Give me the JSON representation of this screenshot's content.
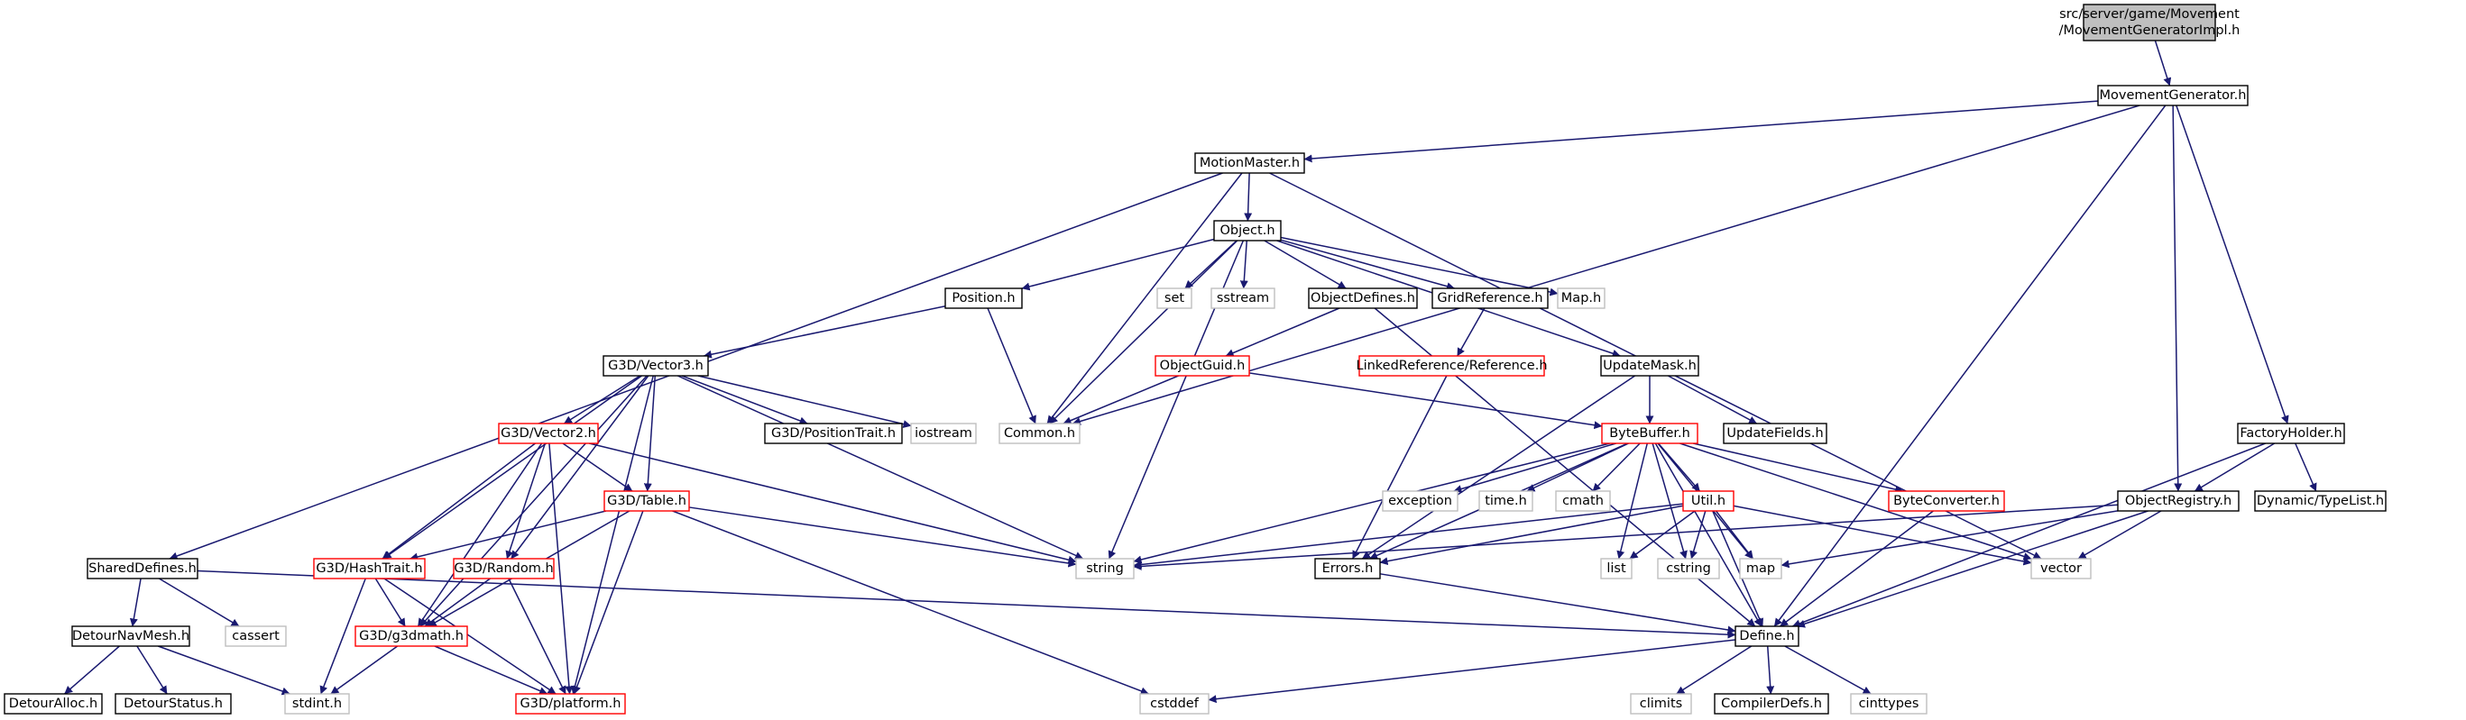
{
  "colors": {
    "edge": "#191970",
    "normal_border": "#000000",
    "missing_border": "#bfbfbf",
    "truncated_border": "#ff0000",
    "root_fill": "#bfbfbf",
    "normal_fill": "#ffffff",
    "missing_text": "#000000"
  },
  "nodes": {
    "root": {
      "lines": [
        "src/server/game/Movement",
        "/MovementGeneratorImpl.h"
      ],
      "style": "root"
    },
    "movementgen": {
      "lines": [
        "MovementGenerator.h"
      ],
      "style": "normal"
    },
    "motionmaster": {
      "lines": [
        "MotionMaster.h"
      ],
      "style": "normal"
    },
    "object": {
      "lines": [
        "Object.h"
      ],
      "style": "normal"
    },
    "position": {
      "lines": [
        "Position.h"
      ],
      "style": "normal"
    },
    "set": {
      "lines": [
        "set"
      ],
      "style": "missing"
    },
    "sstream": {
      "lines": [
        "sstream"
      ],
      "style": "missing"
    },
    "objectdefines": {
      "lines": [
        "ObjectDefines.h"
      ],
      "style": "normal"
    },
    "gridreference": {
      "lines": [
        "GridReference.h"
      ],
      "style": "normal"
    },
    "maph": {
      "lines": [
        "Map.h"
      ],
      "style": "missing"
    },
    "vector3": {
      "lines": [
        "G3D/Vector3.h"
      ],
      "style": "normal"
    },
    "objectguid": {
      "lines": [
        "ObjectGuid.h"
      ],
      "style": "truncated"
    },
    "linkedref": {
      "lines": [
        "LinkedReference/Reference.h"
      ],
      "style": "truncated"
    },
    "updatemask": {
      "lines": [
        "UpdateMask.h"
      ],
      "style": "normal"
    },
    "vector2": {
      "lines": [
        "G3D/Vector2.h"
      ],
      "style": "truncated"
    },
    "positiontrait": {
      "lines": [
        "G3D/PositionTrait.h"
      ],
      "style": "normal"
    },
    "iostream": {
      "lines": [
        "iostream"
      ],
      "style": "missing"
    },
    "common": {
      "lines": [
        "Common.h"
      ],
      "style": "missing"
    },
    "bytebuffer": {
      "lines": [
        "ByteBuffer.h"
      ],
      "style": "truncated"
    },
    "updatefields": {
      "lines": [
        "UpdateFields.h"
      ],
      "style": "normal"
    },
    "factoryholder": {
      "lines": [
        "FactoryHolder.h"
      ],
      "style": "normal"
    },
    "table": {
      "lines": [
        "G3D/Table.h"
      ],
      "style": "truncated"
    },
    "exception": {
      "lines": [
        "exception"
      ],
      "style": "missing"
    },
    "timeh": {
      "lines": [
        "time.h"
      ],
      "style": "missing"
    },
    "cmath": {
      "lines": [
        "cmath"
      ],
      "style": "missing"
    },
    "util": {
      "lines": [
        "Util.h"
      ],
      "style": "truncated"
    },
    "byteconverter": {
      "lines": [
        "ByteConverter.h"
      ],
      "style": "truncated"
    },
    "objectregistry": {
      "lines": [
        "ObjectRegistry.h"
      ],
      "style": "normal"
    },
    "typelist": {
      "lines": [
        "Dynamic/TypeList.h"
      ],
      "style": "normal"
    },
    "shareddefines": {
      "lines": [
        "SharedDefines.h"
      ],
      "style": "normal"
    },
    "hashtrait": {
      "lines": [
        "G3D/HashTrait.h"
      ],
      "style": "truncated"
    },
    "random": {
      "lines": [
        "G3D/Random.h"
      ],
      "style": "truncated"
    },
    "string": {
      "lines": [
        "string"
      ],
      "style": "missing"
    },
    "errors": {
      "lines": [
        "Errors.h"
      ],
      "style": "normal"
    },
    "list": {
      "lines": [
        "list"
      ],
      "style": "missing"
    },
    "cstring": {
      "lines": [
        "cstring"
      ],
      "style": "missing"
    },
    "map": {
      "lines": [
        "map"
      ],
      "style": "missing"
    },
    "vector": {
      "lines": [
        "vector"
      ],
      "style": "missing"
    },
    "cassert": {
      "lines": [
        "cassert"
      ],
      "style": "missing"
    },
    "detournavmesh": {
      "lines": [
        "DetourNavMesh.h"
      ],
      "style": "normal"
    },
    "g3dmath": {
      "lines": [
        "G3D/g3dmath.h"
      ],
      "style": "truncated"
    },
    "define": {
      "lines": [
        "Define.h"
      ],
      "style": "normal"
    },
    "detouralloc": {
      "lines": [
        "DetourAlloc.h"
      ],
      "style": "normal"
    },
    "detourstatus": {
      "lines": [
        "DetourStatus.h"
      ],
      "style": "normal"
    },
    "stdint": {
      "lines": [
        "stdint.h"
      ],
      "style": "missing"
    },
    "platform": {
      "lines": [
        "G3D/platform.h"
      ],
      "style": "truncated"
    },
    "cstddef": {
      "lines": [
        "cstddef"
      ],
      "style": "missing"
    },
    "climits": {
      "lines": [
        "climits"
      ],
      "style": "missing"
    },
    "compilerdefs": {
      "lines": [
        "CompilerDefs.h"
      ],
      "style": "normal"
    },
    "cinttypes": {
      "lines": [
        "cinttypes"
      ],
      "style": "missing"
    }
  },
  "edges": [
    [
      "root",
      "movementgen"
    ],
    [
      "movementgen",
      "motionmaster"
    ],
    [
      "movementgen",
      "common"
    ],
    [
      "movementgen",
      "objectregistry"
    ],
    [
      "movementgen",
      "factoryholder"
    ],
    [
      "movementgen",
      "define"
    ],
    [
      "motionmaster",
      "object"
    ],
    [
      "motionmaster",
      "common"
    ],
    [
      "motionmaster",
      "shareddefines"
    ],
    [
      "motionmaster",
      "vector"
    ],
    [
      "object",
      "position"
    ],
    [
      "object",
      "set"
    ],
    [
      "object",
      "sstream"
    ],
    [
      "object",
      "objectdefines"
    ],
    [
      "object",
      "gridreference"
    ],
    [
      "object",
      "maph"
    ],
    [
      "object",
      "updatemask"
    ],
    [
      "object",
      "common"
    ],
    [
      "object",
      "string"
    ],
    [
      "position",
      "vector3"
    ],
    [
      "position",
      "common"
    ],
    [
      "objectdefines",
      "objectguid"
    ],
    [
      "objectdefines",
      "define"
    ],
    [
      "gridreference",
      "linkedref"
    ],
    [
      "vector3",
      "vector2"
    ],
    [
      "vector3",
      "positiontrait"
    ],
    [
      "vector3",
      "iostream"
    ],
    [
      "vector3",
      "table"
    ],
    [
      "vector3",
      "hashtrait"
    ],
    [
      "vector3",
      "random"
    ],
    [
      "vector3",
      "string"
    ],
    [
      "vector3",
      "g3dmath"
    ],
    [
      "vector3",
      "platform"
    ],
    [
      "objectguid",
      "common"
    ],
    [
      "objectguid",
      "bytebuffer"
    ],
    [
      "linkedref",
      "errors"
    ],
    [
      "updatemask",
      "bytebuffer"
    ],
    [
      "updatemask",
      "updatefields"
    ],
    [
      "updatemask",
      "errors"
    ],
    [
      "vector2",
      "table"
    ],
    [
      "vector2",
      "hashtrait"
    ],
    [
      "vector2",
      "random"
    ],
    [
      "vector2",
      "g3dmath"
    ],
    [
      "vector2",
      "platform"
    ],
    [
      "vector2",
      "string"
    ],
    [
      "bytebuffer",
      "exception"
    ],
    [
      "bytebuffer",
      "timeh"
    ],
    [
      "bytebuffer",
      "cmath"
    ],
    [
      "bytebuffer",
      "util"
    ],
    [
      "bytebuffer",
      "byteconverter"
    ],
    [
      "bytebuffer",
      "string"
    ],
    [
      "bytebuffer",
      "errors"
    ],
    [
      "bytebuffer",
      "list"
    ],
    [
      "bytebuffer",
      "cstring"
    ],
    [
      "bytebuffer",
      "map"
    ],
    [
      "bytebuffer",
      "vector"
    ],
    [
      "bytebuffer",
      "define"
    ],
    [
      "factoryholder",
      "objectregistry"
    ],
    [
      "factoryholder",
      "typelist"
    ],
    [
      "factoryholder",
      "define"
    ],
    [
      "table",
      "hashtrait"
    ],
    [
      "table",
      "string"
    ],
    [
      "table",
      "g3dmath"
    ],
    [
      "table",
      "platform"
    ],
    [
      "table",
      "cstddef"
    ],
    [
      "util",
      "string"
    ],
    [
      "util",
      "errors"
    ],
    [
      "util",
      "list"
    ],
    [
      "util",
      "cstring"
    ],
    [
      "util",
      "map"
    ],
    [
      "util",
      "vector"
    ],
    [
      "util",
      "define"
    ],
    [
      "byteconverter",
      "define"
    ],
    [
      "objectregistry",
      "string"
    ],
    [
      "objectregistry",
      "map"
    ],
    [
      "objectregistry",
      "vector"
    ],
    [
      "objectregistry",
      "define"
    ],
    [
      "shareddefines",
      "detournavmesh"
    ],
    [
      "shareddefines",
      "cassert"
    ],
    [
      "shareddefines",
      "define"
    ],
    [
      "hashtrait",
      "g3dmath"
    ],
    [
      "hashtrait",
      "stdint"
    ],
    [
      "hashtrait",
      "platform"
    ],
    [
      "random",
      "g3dmath"
    ],
    [
      "random",
      "platform"
    ],
    [
      "errors",
      "define"
    ],
    [
      "detournavmesh",
      "detouralloc"
    ],
    [
      "detournavmesh",
      "detourstatus"
    ],
    [
      "detournavmesh",
      "stdint"
    ],
    [
      "g3dmath",
      "stdint"
    ],
    [
      "g3dmath",
      "platform"
    ],
    [
      "define",
      "cstddef"
    ],
    [
      "define",
      "climits"
    ],
    [
      "define",
      "compilerdefs"
    ],
    [
      "define",
      "cinttypes"
    ]
  ]
}
